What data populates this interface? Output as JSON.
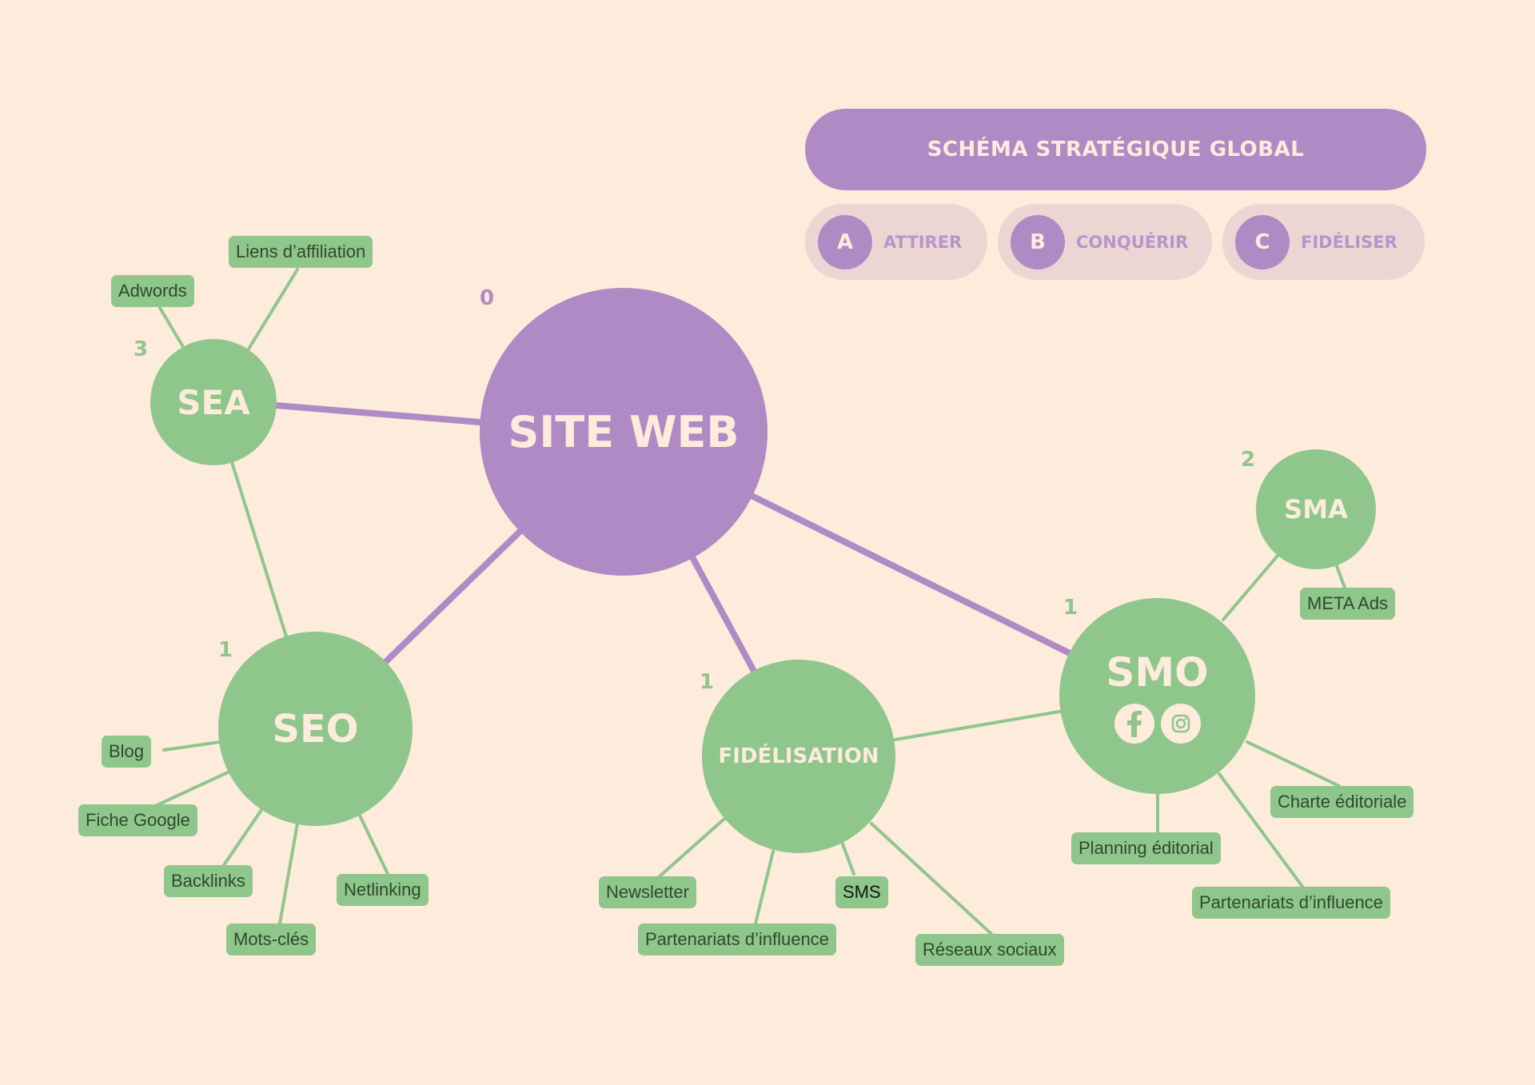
{
  "legend": {
    "title": "SCHÉMA STRATÉGIQUE GLOBAL",
    "items": [
      {
        "letter": "A",
        "label": "ATTIRER"
      },
      {
        "letter": "B",
        "label": "CONQUÉRIR"
      },
      {
        "letter": "C",
        "label": "FIDÉLISER"
      }
    ]
  },
  "nodes": {
    "site_web": {
      "label": "SITE WEB",
      "rank": "0"
    },
    "sea": {
      "label": "SEA",
      "rank": "3"
    },
    "seo": {
      "label": "SEO",
      "rank": "1"
    },
    "fidelisation": {
      "label": "FIDÉLISATION",
      "rank": "1"
    },
    "smo": {
      "label": "SMO",
      "rank": "1"
    },
    "sma": {
      "label": "SMA",
      "rank": "2"
    }
  },
  "tags": {
    "sea": [
      "Liens d’affiliation",
      "Adwords"
    ],
    "seo": [
      "Blog",
      "Fiche Google",
      "Backlinks",
      "Mots-clés",
      "Netlinking"
    ],
    "fidelisation": [
      "Newsletter",
      "SMS",
      "Partenariats d’influence",
      "Réseaux sociaux"
    ],
    "smo": [
      "Charte éditoriale",
      "Planning éditorial",
      "Partenariats d’influence"
    ],
    "sma": [
      "META Ads"
    ]
  },
  "icons": [
    "facebook-icon",
    "instagram-icon"
  ],
  "colors": {
    "background": "#fdebdc",
    "purple": "#b08ac4",
    "green": "#8fc68c",
    "pill": "#ecd6d3"
  }
}
